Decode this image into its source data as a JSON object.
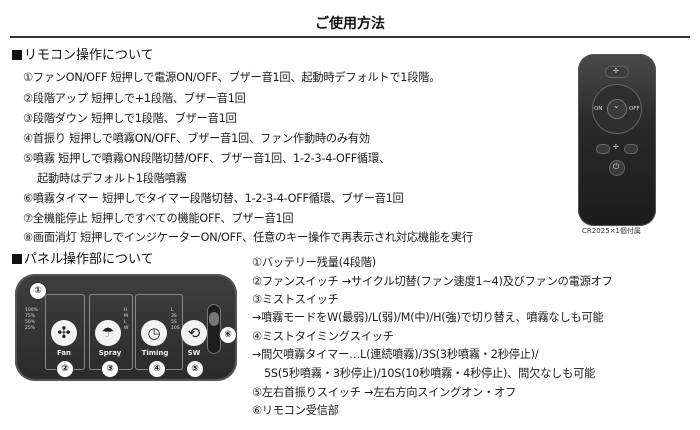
{
  "title": "ご使用方法",
  "remote_section": {
    "heading": "リモコン操作について",
    "items": [
      "①ファンON/OFF 短押しで電源ON/OFF、ブザー音1回、起動時デフォルトで1段階。",
      "②段階アップ 短押しで+1段階、ブザー音1回",
      "③段階ダウン 短押しで1段階、ブザー音1回",
      "④首振り 短押しで噴霧ON/OFF、ブザー音1回、ファン作動時のみ有効",
      "⑤噴霧 短押しで噴霧ON段階切替/OFF、ブザー音1回、1-2-3-4-OFF循環、",
      "起動時はデフォルト1段階噴霧",
      "⑥噴霧タイマー 短押しでタイマー段階切替、1-2-3-4-OFF循環、ブザー音1回",
      "⑦全機能停止 短押しですべての機能OFF、ブザー音1回",
      "⑧画面消灯 短押しでインジケーターON/OFF、任意のキー操作で再表示され対応機能を実行"
    ],
    "remote": {
      "on_label": "ON",
      "off_label": "OFF",
      "caption": "CR2025×1個付属"
    }
  },
  "panel_section": {
    "heading": "パネル操作部について",
    "items": [
      "①バッテリー残量(4段階)",
      "②ファンスイッチ →サイクル切替(ファン速度1~4)及びファンの電源オフ",
      "③ミストスイッチ",
      "→噴霧モードをW(最弱)/L(弱)/M(中)/H(強)で切り替え、噴霧なしも可能",
      "④ミストタイミングスイッチ",
      "→間欠噴霧タイマー…L(連続噴霧)/3S(3秒噴霧・2秒停止)/",
      "5S(5秒噴霧・3秒停止)/10S(10秒噴霧・4秒停止)、間欠なしも可能",
      "⑤左右首振りスイッチ →左右方向スイングオン・オフ",
      "⑥リモコン受信部"
    ],
    "panel": {
      "battery_levels": [
        "100%",
        "75%",
        "50%",
        "25%"
      ],
      "fan_label": "Fan",
      "spray_label": "Spray",
      "timing_label": "Timing",
      "sw_label": "SW",
      "spray_levels": [
        "H",
        "M",
        "L",
        "W"
      ],
      "timing_levels": [
        "L",
        "3S",
        "5S",
        "10S"
      ],
      "badges": [
        "①",
        "②",
        "③",
        "④",
        "⑤",
        "⑥"
      ]
    }
  }
}
